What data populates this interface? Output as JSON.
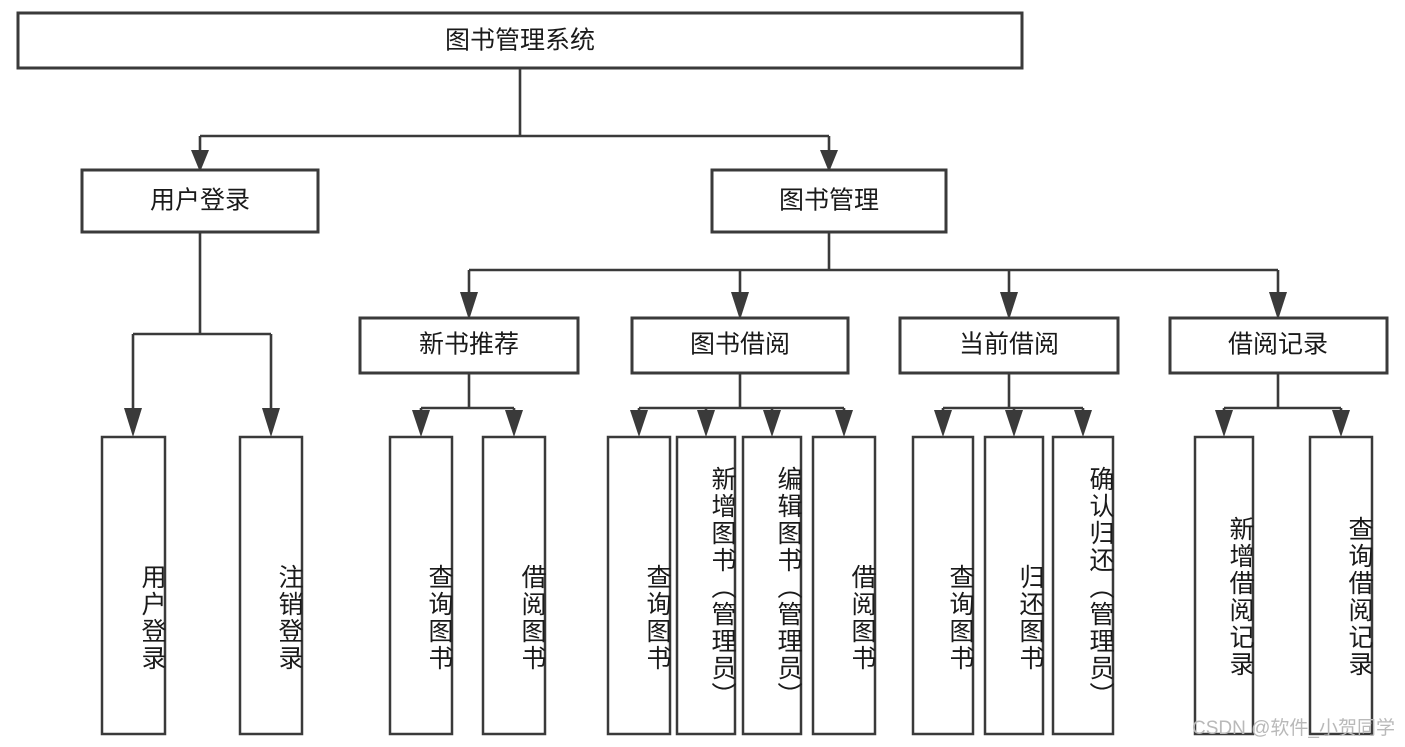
{
  "diagram": {
    "type": "tree-hierarchy",
    "title": "图书管理系统",
    "orientation": "top-down",
    "colors": {
      "box_stroke": "#3a3a3a",
      "box_fill": "#ffffff",
      "text": "#1a1a1a",
      "background": "#ffffff",
      "watermark": "#b9b9b9"
    },
    "levels": {
      "root": {
        "label": "图书管理系统"
      },
      "level2": [
        {
          "label": "用户登录"
        },
        {
          "label": "图书管理"
        }
      ],
      "level3": [
        {
          "label": "新书推荐"
        },
        {
          "label": "图书借阅"
        },
        {
          "label": "当前借阅"
        },
        {
          "label": "借阅记录"
        }
      ],
      "leaves": {
        "user_login": [
          {
            "label": "用户登录"
          },
          {
            "label": "注销登录"
          }
        ],
        "new_book": [
          {
            "label": "查询图书"
          },
          {
            "label": "借阅图书"
          }
        ],
        "book_borrow": [
          {
            "label": "查询图书"
          },
          {
            "label": "新增图书（管理员）"
          },
          {
            "label": "编辑图书（管理员）"
          },
          {
            "label": "借阅图书"
          }
        ],
        "current_borrow": [
          {
            "label": "查询图书"
          },
          {
            "label": "归还图书"
          },
          {
            "label": "确认归还（管理员）"
          }
        ],
        "borrow_record": [
          {
            "label": "新增借阅记录"
          },
          {
            "label": "查询借阅记录"
          }
        ]
      }
    }
  },
  "watermark": {
    "text": "CSDN @软件_小贺同学"
  }
}
